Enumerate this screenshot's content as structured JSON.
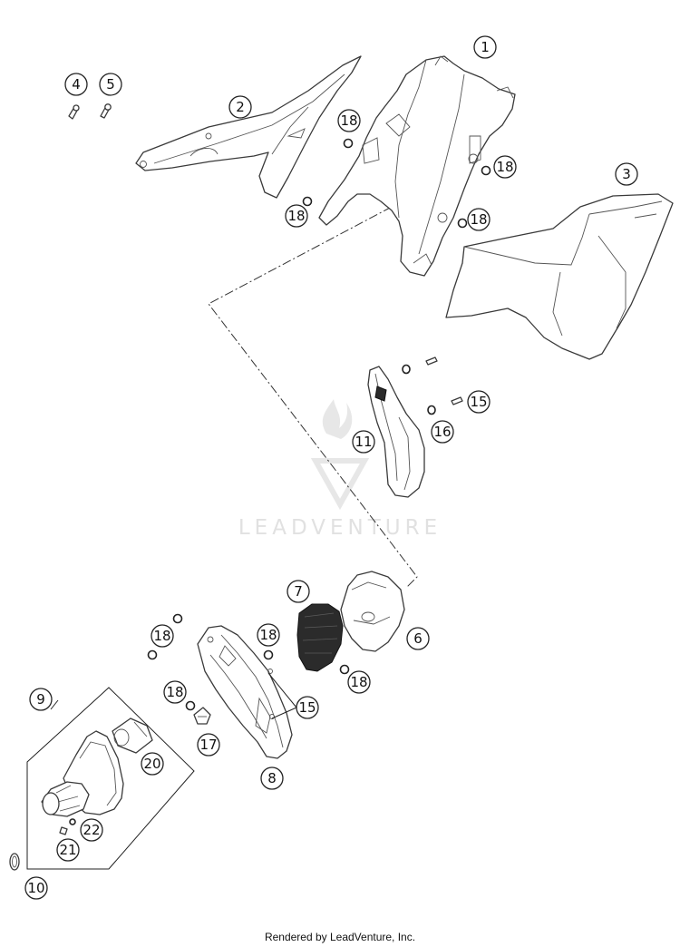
{
  "callouts": {
    "c1": "1",
    "c2": "2",
    "c3": "3",
    "c4": "4",
    "c5": "5",
    "c6": "6",
    "c7": "7",
    "c8": "8",
    "c9": "9",
    "c10": "10",
    "c11": "11",
    "c15a": "15",
    "c15b": "15",
    "c16": "16",
    "c17": "17",
    "c18a": "18",
    "c18b": "18",
    "c18c": "18",
    "c18d": "18",
    "c18e": "18",
    "c18f": "18",
    "c18g": "18",
    "c18h": "18",
    "c20": "20",
    "c21": "21",
    "c22": "22"
  },
  "watermark": {
    "text": "LEADVENTURE"
  },
  "footer": {
    "text": "Rendered by LeadVenture, Inc."
  }
}
